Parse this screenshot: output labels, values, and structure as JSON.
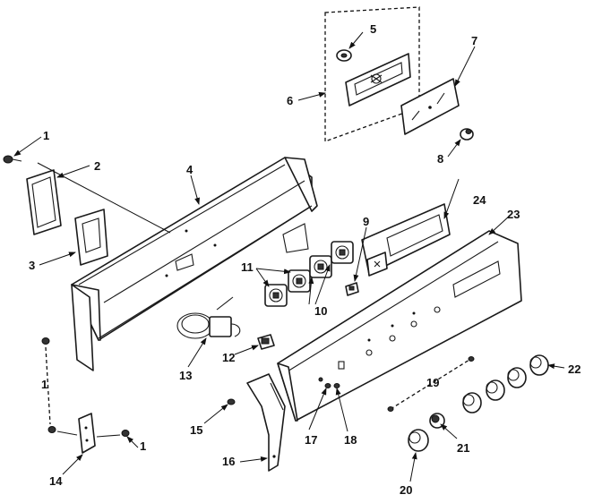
{
  "callouts": {
    "c1a": "1",
    "c1b": "1",
    "c1c": "1",
    "c2": "2",
    "c3": "3",
    "c4": "4",
    "c5": "5",
    "c6": "6",
    "c7": "7",
    "c8": "8",
    "c9": "9",
    "c10": "10",
    "c11": "11",
    "c12": "12",
    "c13": "13",
    "c14": "14",
    "c15": "15",
    "c16": "16",
    "c17": "17",
    "c18": "18",
    "c19": "19",
    "c20": "20",
    "c21": "21",
    "c22": "22",
    "c23": "23",
    "c24": "24"
  }
}
